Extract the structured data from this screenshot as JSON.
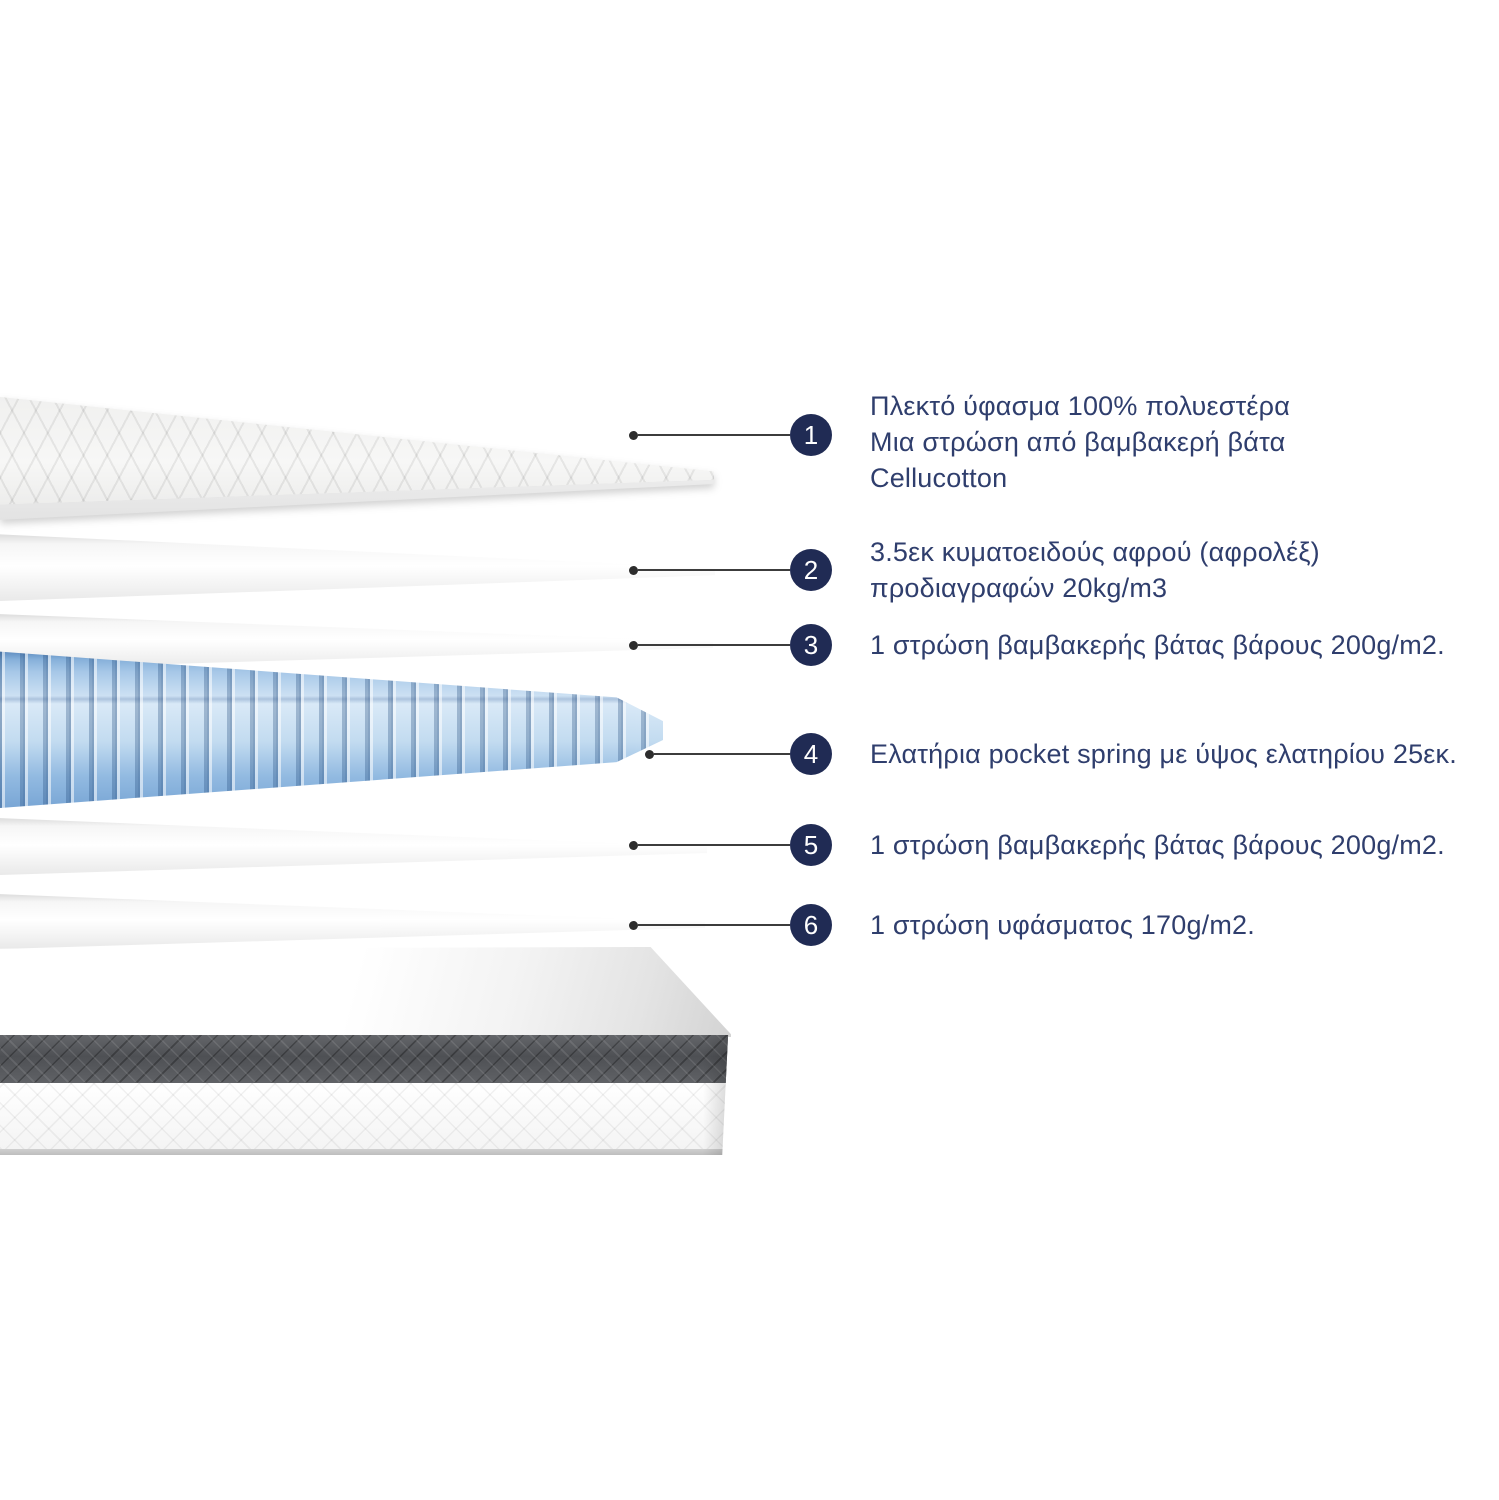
{
  "legend": {
    "rows": [
      {
        "number": "1",
        "label": "Πλεκτό ύφασμα 100% πολυεστέρα\nΜια στρώση από βαμβακερή βάτα\nCellucotton"
      },
      {
        "number": "2",
        "label": "3.5εκ κυματοειδούς αφρού (αφρολέξ)\nπροδιαγραφών 20kg/m3"
      },
      {
        "number": "3",
        "label": "1 στρώση βαμβακερής βάτας βάρους 200g/m2."
      },
      {
        "number": "4",
        "label": "Ελατήρια pocket spring με ύψος ελατηρίου 25εκ."
      },
      {
        "number": "5",
        "label": "1 στρώση βαμβακερής βάτας βάρους 200g/m2."
      },
      {
        "number": "6",
        "label": "1 στρώση υφάσματος 170g/m2."
      }
    ]
  },
  "diagram": {
    "subject": "mattress-exploded-layers",
    "layer_names": [
      "quilted-top-cover",
      "wavy-foam-sheet",
      "cotton-wadding-sheet-top",
      "pocket-spring-core",
      "cotton-wadding-sheet-bottom",
      "fabric-sheet",
      "mattress-base"
    ],
    "colors": {
      "badge_navy": "#202b54",
      "label_text": "#2f3e6d",
      "spring_blue": "#a9cbe9",
      "base_band_dark": "#57595d",
      "background": "#ffffff"
    }
  }
}
